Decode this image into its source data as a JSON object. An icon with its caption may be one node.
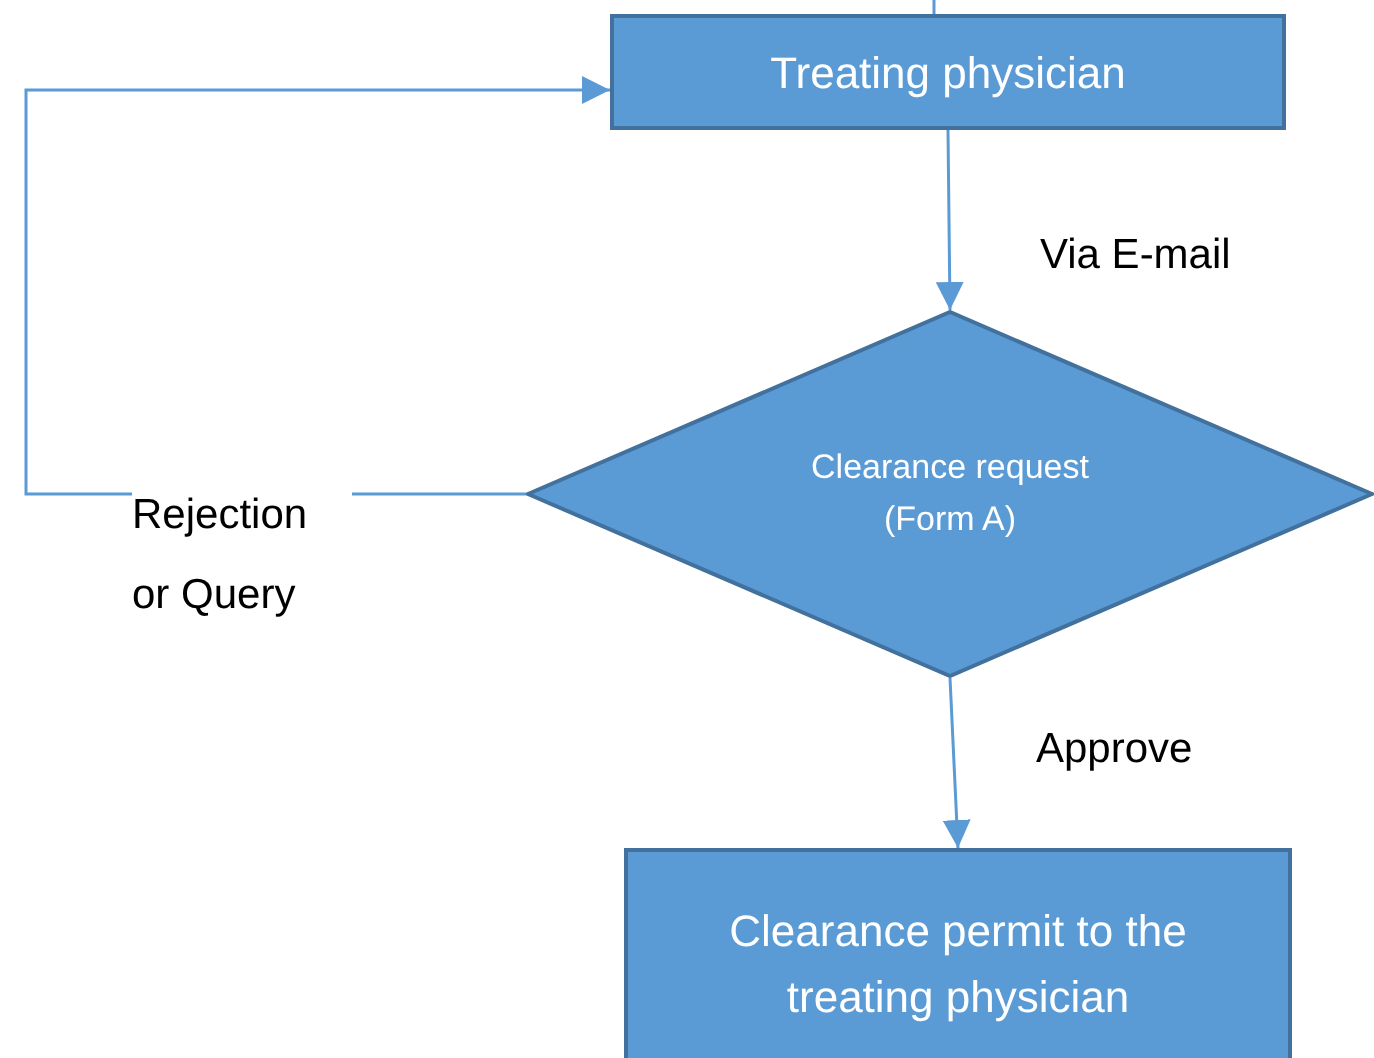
{
  "diagram": {
    "nodes": [
      {
        "text": [
          "Treating physician"
        ]
      },
      {
        "text": [
          "Clearance request (Form A)"
        ]
      },
      {
        "text": [
          "Clearance permit to the treating physician"
        ]
      }
    ],
    "edges": [
      {
        "from": null,
        "to": 0,
        "arrow": "none"
      },
      {
        "from": 0,
        "to": 1,
        "arrow": "to",
        "label": "Via E-mail"
      },
      {
        "from": 1,
        "to": 0,
        "arrow": "to",
        "label": "Rejection or Query"
      },
      {
        "from": 1,
        "to": 2,
        "arrow": "to",
        "label": "Approve"
      }
    ]
  }
}
